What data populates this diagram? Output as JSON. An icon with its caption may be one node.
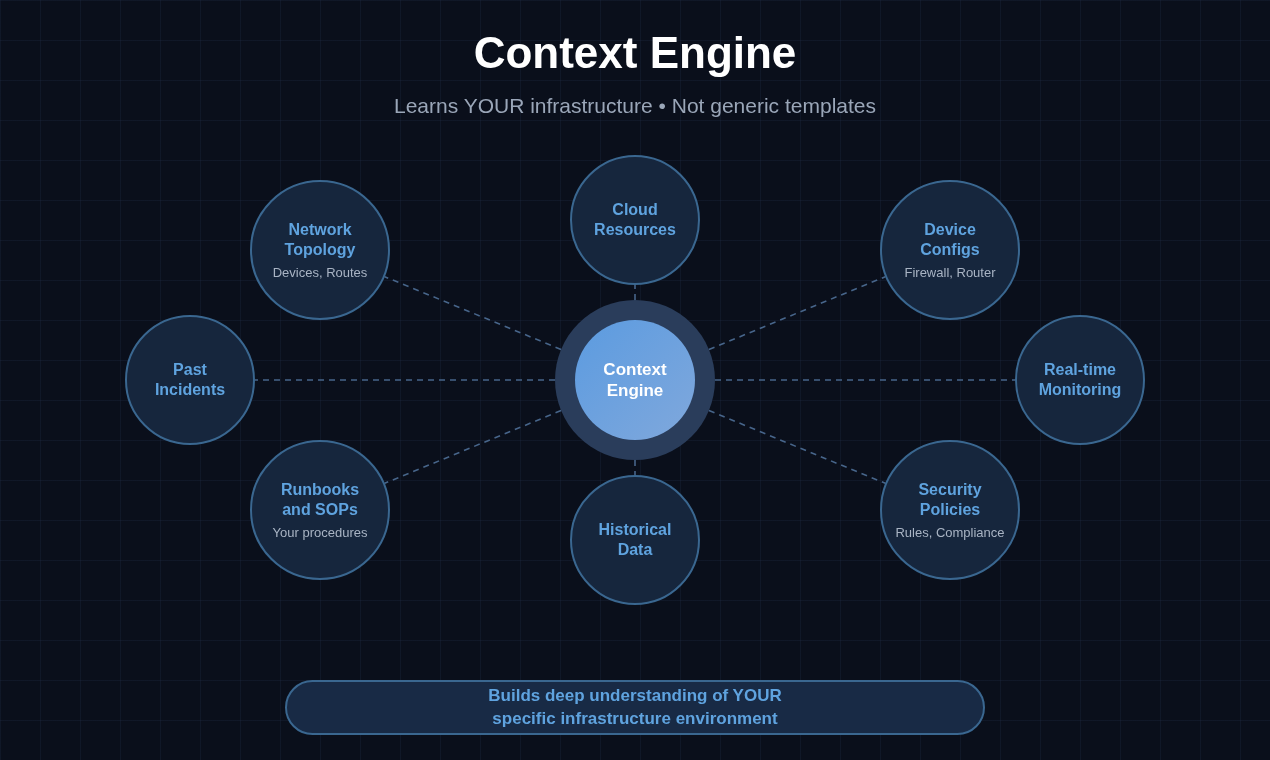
{
  "diagram": {
    "title": "Context Engine",
    "nodes": [
      {
        "text": [
          "Cloud Resources"
        ]
      },
      {
        "text": [
          "Network Topology",
          "Devices, Routes"
        ]
      },
      {
        "text": [
          "Device Configs",
          "Firewall, Router"
        ]
      },
      {
        "text": [
          "Past Incidents"
        ]
      },
      {
        "text": [
          "Context Engine"
        ]
      },
      {
        "text": [
          "Real-time Monitoring"
        ]
      },
      {
        "text": [
          "Runbooks and SOPs",
          "Your procedures"
        ]
      },
      {
        "text": [
          "Security Policies",
          "Rules, Compliance"
        ]
      },
      {
        "text": [
          "Historical Data"
        ]
      },
      {
        "text": [
          "Builds deep understanding of YOUR specific infrastructure environment"
        ]
      }
    ],
    "edges": [
      {
        "from": 4,
        "to": 0,
        "arrow": "none",
        "style": "dashed"
      },
      {
        "from": 4,
        "to": 1,
        "arrow": "none",
        "style": "dashed"
      },
      {
        "from": 4,
        "to": 2,
        "arrow": "none",
        "style": "dashed"
      },
      {
        "from": 4,
        "to": 3,
        "arrow": "none",
        "style": "dashed"
      },
      {
        "from": 4,
        "to": 5,
        "arrow": "none",
        "style": "dashed"
      },
      {
        "from": 4,
        "to": 6,
        "arrow": "none",
        "style": "dashed"
      },
      {
        "from": 4,
        "to": 7,
        "arrow": "none",
        "style": "dashed"
      },
      {
        "from": 4,
        "to": 8,
        "arrow": "none",
        "style": "dashed"
      }
    ],
    "labels": [
      "Learns YOUR infrastructure • Not generic templates"
    ]
  }
}
